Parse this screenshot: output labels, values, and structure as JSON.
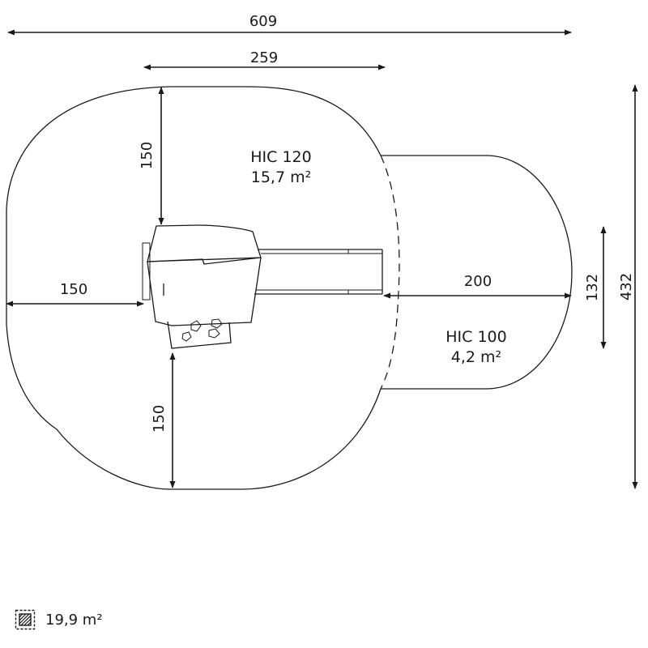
{
  "dimensions": {
    "total_width": "609",
    "zone_width": "259",
    "top_depth": "150",
    "left_depth": "150",
    "bottom_depth": "150",
    "slide_zone_length": "200",
    "slide_zone_width": "132",
    "total_depth": "432"
  },
  "zones": {
    "main": {
      "hic": "HIC 120",
      "area": "15,7 m²"
    },
    "slide": {
      "hic": "HIC 100",
      "area": "4,2 m²"
    }
  },
  "legend": {
    "icon": "hatched-area-icon",
    "total_area": "19,9 m²"
  }
}
